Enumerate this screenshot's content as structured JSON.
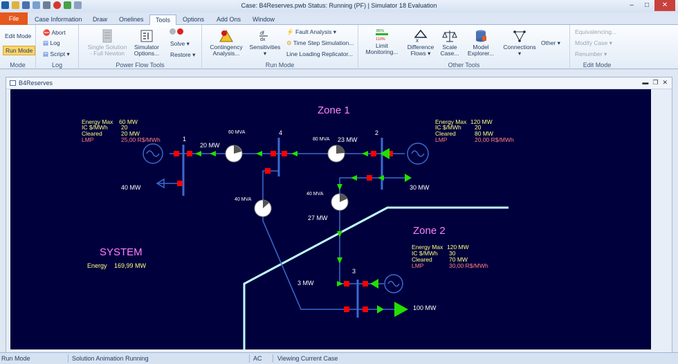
{
  "window": {
    "title": "Case: B4Reserves.pwb  Status: Running (PF) | Simulator 18 Evaluation"
  },
  "tabs": [
    "File",
    "Case Information",
    "Draw",
    "Onelines",
    "Tools",
    "Options",
    "Add Ons",
    "Window"
  ],
  "ribbon": {
    "mode": {
      "edit": "Edit Mode",
      "run": "Run Mode",
      "label": "Mode"
    },
    "log": {
      "abort": "Abort",
      "log": "Log",
      "script": "Script",
      "label": "Log"
    },
    "pftools": {
      "single_solution": "Single Solution",
      "full_newton": "- Full Newton",
      "simulator": "Simulator",
      "options": "Options...",
      "solve": "Solve",
      "restore": "Restore",
      "label": "Power Flow Tools"
    },
    "runmode": {
      "contingency": "Contingency",
      "contingency2": "Analysis...",
      "sensitivities": "Sensitivities",
      "fault": "Fault Analysis",
      "timestep": "Time Step Simulation...",
      "lineloading": "Line Loading Replicator...",
      "label": "Run Mode"
    },
    "other": {
      "limit": "Limit",
      "limit2": "Monitoring...",
      "diff": "Difference",
      "diff2": "Flows",
      "scale": "Scale",
      "scale2": "Case...",
      "model": "Model",
      "model2": "Explorer...",
      "connections": "Connections",
      "other": "Other",
      "label": "Other Tools"
    },
    "edit": {
      "equiv": "Equivalencing...",
      "modify": "Modify Case",
      "renumber": "Renumber",
      "label": "Edit Mode"
    }
  },
  "document": {
    "title": "B4Reserves"
  },
  "oneline": {
    "zone1": "Zone 1",
    "zone2": "Zone 2",
    "system": "SYSTEM",
    "system_energy_label": "Energy",
    "system_energy": "169,99 MW",
    "gen1": {
      "energy_max_label": "Energy Max",
      "energy_max": "60 MW",
      "ic_label": "IC $/MWh",
      "ic": "20",
      "cleared_label": "Cleared",
      "cleared": "20 MW",
      "lmp_label": "LMP",
      "lmp": "25,00 R$/MWh"
    },
    "gen2": {
      "energy_max_label": "Energy Max",
      "energy_max": "120 MW",
      "ic_label": "IC $/MWh",
      "ic": "20",
      "cleared_label": "Cleared",
      "cleared": "80 MW",
      "lmp_label": "LMP",
      "lmp": "20,00 R$/MWh"
    },
    "gen3": {
      "energy_max_label": "Energy Max",
      "energy_max": "120 MW",
      "ic_label": "IC $/MWh",
      "ic": "30",
      "cleared_label": "Cleared",
      "cleared": "70 MW",
      "lmp_label": "LMP",
      "lmp": "30,00 R$/MWh"
    },
    "bus1": "1",
    "bus2": "2",
    "bus3": "3",
    "bus4": "4",
    "line_1_4_mva": "60 MVA",
    "line_1_4_flow": "20 MW",
    "line_4_2_mva": "80 MVA",
    "line_4_2_flow": "23 MW",
    "line_4_3_mva": "40 MVA",
    "line_4_3_flow": "3 MW",
    "line_2_3_mva": "40 MVA",
    "line_2_3_flow": "27 MW",
    "load1": "40 MW",
    "load2": "30 MW",
    "load3": "100 MW"
  },
  "status": {
    "mode": "Run Mode",
    "animation": "Solution Animation Running",
    "ac": "AC",
    "viewing": "Viewing Current Case"
  },
  "colors": {
    "canvas": "#00003c",
    "bus": "#3a6ad0",
    "flow_arrow": "#22e000",
    "breaker": "#ff0000",
    "zone_text": "#ff80ff",
    "gen_info": "#ffff80",
    "lmp": "#ff8080",
    "zone_border": "#c0ffff"
  }
}
